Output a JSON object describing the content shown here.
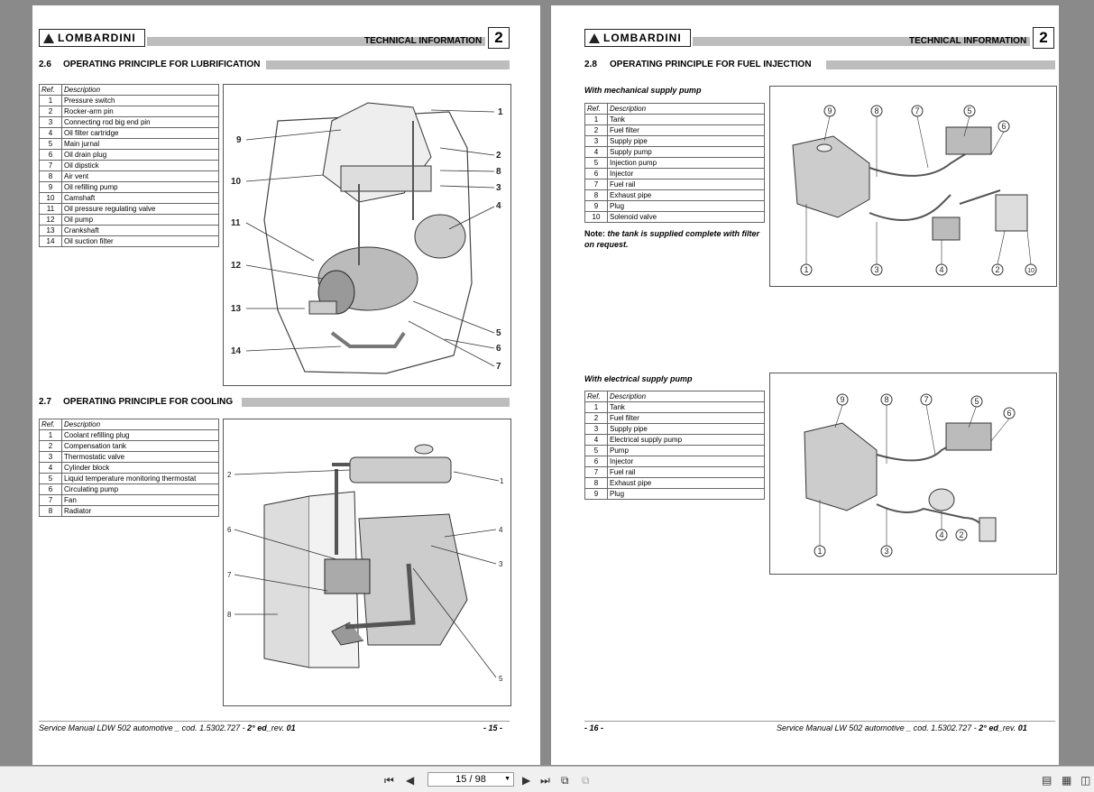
{
  "header": {
    "logo": "LOMBARDINI",
    "title": "TECHNICAL INFORMATION",
    "chapter": "2"
  },
  "left": {
    "sec26": {
      "num": "2.6",
      "title": "OPERATING PRINCIPLE FOR LUBRIFICATION"
    },
    "sec27": {
      "num": "2.7",
      "title": "OPERATING PRINCIPLE FOR COOLING"
    },
    "table_head": {
      "ref": "Ref.",
      "desc": "Description"
    },
    "lub_rows": [
      [
        "1",
        "Pressure switch"
      ],
      [
        "2",
        "Rocker-arm pin"
      ],
      [
        "3",
        "Connecting rod big end pin"
      ],
      [
        "4",
        "Oil filter cartridge"
      ],
      [
        "5",
        "Main jurnal"
      ],
      [
        "6",
        "Oil drain plug"
      ],
      [
        "7",
        "Oil dipstick"
      ],
      [
        "8",
        "Air vent"
      ],
      [
        "9",
        "Oil refilling pump"
      ],
      [
        "10",
        "Camshaft"
      ],
      [
        "11",
        "Oil pressure regulating valve"
      ],
      [
        "12",
        "Oil pump"
      ],
      [
        "13",
        "Crankshaft"
      ],
      [
        "14",
        "Oil suction filter"
      ]
    ],
    "cool_rows": [
      [
        "1",
        "Coolant refilling plug"
      ],
      [
        "2",
        "Compensation tank"
      ],
      [
        "3",
        "Thermostatic valve"
      ],
      [
        "4",
        "Cylinder block"
      ],
      [
        "5",
        "Liquid temperature monitoring thermostat"
      ],
      [
        "6",
        "Circulating pump"
      ],
      [
        "7",
        "Fan"
      ],
      [
        "8",
        "Radiator"
      ]
    ],
    "lub_callouts": [
      "1",
      "2",
      "3",
      "4",
      "5",
      "6",
      "7",
      "8",
      "9",
      "10",
      "11",
      "12",
      "13",
      "14"
    ],
    "cool_callouts": [
      "1",
      "2",
      "3",
      "4",
      "5",
      "6",
      "7",
      "8"
    ],
    "footer_text": "Service Manual LDW 502 automotive _ cod. 1.5302.727 - ",
    "footer_ed": "2° ed",
    "footer_rev": "_rev. ",
    "footer_revnum": "01",
    "page_no": "- 15 -"
  },
  "right": {
    "sec28": {
      "num": "2.8",
      "title": "OPERATING PRINCIPLE FOR FUEL INJECTION"
    },
    "mech_title": "With mechanical supply pump",
    "elec_title": "With electrical supply pump",
    "table_head": {
      "ref": "Ref.",
      "desc": "Description"
    },
    "mech_rows": [
      [
        "1",
        "Tank"
      ],
      [
        "2",
        "Fuel filter"
      ],
      [
        "3",
        "Supply pipe"
      ],
      [
        "4",
        "Supply pump"
      ],
      [
        "5",
        "Injection pump"
      ],
      [
        "6",
        "Injector"
      ],
      [
        "7",
        "Fuel rail"
      ],
      [
        "8",
        "Exhaust pipe"
      ],
      [
        "9",
        "Plug"
      ],
      [
        "10",
        "Solenoid valve"
      ]
    ],
    "elec_rows": [
      [
        "1",
        "Tank"
      ],
      [
        "2",
        "Fuel filter"
      ],
      [
        "3",
        "Supply pipe"
      ],
      [
        "4",
        "Electrical supply pump"
      ],
      [
        "5",
        "Pump"
      ],
      [
        "6",
        "Injector"
      ],
      [
        "7",
        "Fuel rail"
      ],
      [
        "8",
        "Exhaust pipe"
      ],
      [
        "9",
        "Plug"
      ]
    ],
    "note_label": "Note:",
    "note_text": "the tank is supplied complete with filter on request.",
    "mech_callouts": [
      "9",
      "8",
      "7",
      "5",
      "6",
      "1",
      "3",
      "4",
      "2",
      "10"
    ],
    "elec_callouts": [
      "9",
      "8",
      "7",
      "5",
      "6",
      "1",
      "3",
      "4",
      "2"
    ],
    "page_no": "- 16 -",
    "footer_text": "Service Manual LW 502 automotive _ cod. 1.5302.727 - ",
    "footer_ed": "2° ed",
    "footer_rev": "_rev. ",
    "footer_revnum": "01"
  },
  "viewer": {
    "page_field": "15 / 98"
  }
}
